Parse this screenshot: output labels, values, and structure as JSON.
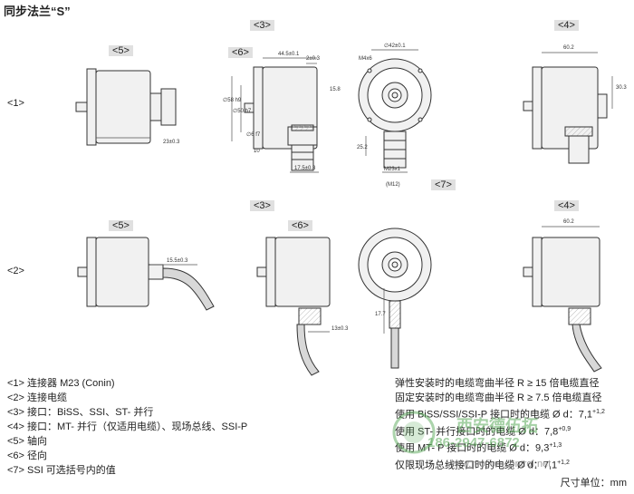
{
  "title": "同步法兰“S”",
  "tags": {
    "top_5": "<5>",
    "top_3": "<3>",
    "top_6": "<6>",
    "top_4": "<4>",
    "top_7": "<7>",
    "bot_5": "<5>",
    "bot_3": "<3>",
    "bot_6": "<6>",
    "bot_4": "<4>"
  },
  "rows": {
    "row1": "<1>",
    "row2": "<2>"
  },
  "dims": {
    "d1": "44.5±0.1",
    "d2": "2±0.3",
    "d3": "23±0.3",
    "d4": "17.5±0.3",
    "d5": "M23x1",
    "d6": "(M12)",
    "d7": "60.2",
    "d8": "30.3",
    "d9": "15.5±0.3",
    "d10": "13±0.3",
    "d11": "60.2",
    "d12": "∅42±0.1",
    "d13": "M4x6",
    "d14": "25.2",
    "d15": "∅58 h9",
    "d16": "∅50 h7",
    "d17": "∅6 f7",
    "d18": "10",
    "d19": "15.8",
    "d20": "17.7"
  },
  "legend": [
    "<1> 连接器 M23 (Conin)",
    "<2> 连接电缆",
    "<3> 接口：BiSS、SSI、ST- 并行",
    "<4> 接口：MT- 并行（仅适用电缆）、现场总线、SSI-P",
    "<5> 轴向",
    "<6> 径向",
    "<7> SSI 可选括号内的值"
  ],
  "notes": [
    "弹性安装时的电缆弯曲半径 R ≥ 15 倍电缆直径",
    "固定安装时的电缆弯曲半径 R ≥ 7.5 倍电缆直径",
    "使用 BiSS/SSI/SSI-P 接口时的电缆 Ø d：7,1",
    "使用 ST- 并行接口时的电缆 Ø d：7,8",
    "使用 MT- P 接口时的电缆 Ø d：9,3",
    "仅限现场总线接口时的电缆 Ø d：7,1"
  ],
  "note_sups": [
    "+1,2",
    "+0,9",
    "+1,3",
    "+1,2"
  ],
  "unit": "尺寸单位：mm",
  "watermark": {
    "company": "西安德伍拓",
    "phone": "186-2947-6872",
    "url": "www.motion-control.net"
  },
  "colors": {
    "line": "#333333",
    "dim": "#555555",
    "fill": "#f1f1f1",
    "hatch": "#bbbbbb"
  }
}
